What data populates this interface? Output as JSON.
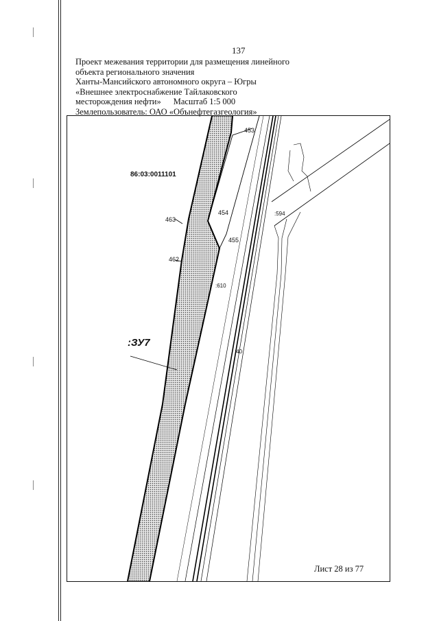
{
  "page_number": "137",
  "header": {
    "line1": "Проект межевания территории для размещения линейного",
    "line2": "объекта регионального значения",
    "line3": "Ханты-Мансийского автономного округа – Югры",
    "line4": "«Внешнее электроснабжение Тайлаковского",
    "line5_left": "месторождения нефти»",
    "scale": "Масштаб 1:5 000",
    "line6": "Землепользователь: ОАО «Обънефтегазгеология»"
  },
  "map": {
    "cadastral_quarter": "86:03:0011101",
    "parcel_label": ":ЗУ7",
    "points": [
      "453",
      "454",
      "455",
      "462",
      "463"
    ],
    "parcel_refs": [
      ":594",
      ":610",
      ":40"
    ]
  },
  "footer": {
    "sheet": "Лист 28 из 77"
  }
}
